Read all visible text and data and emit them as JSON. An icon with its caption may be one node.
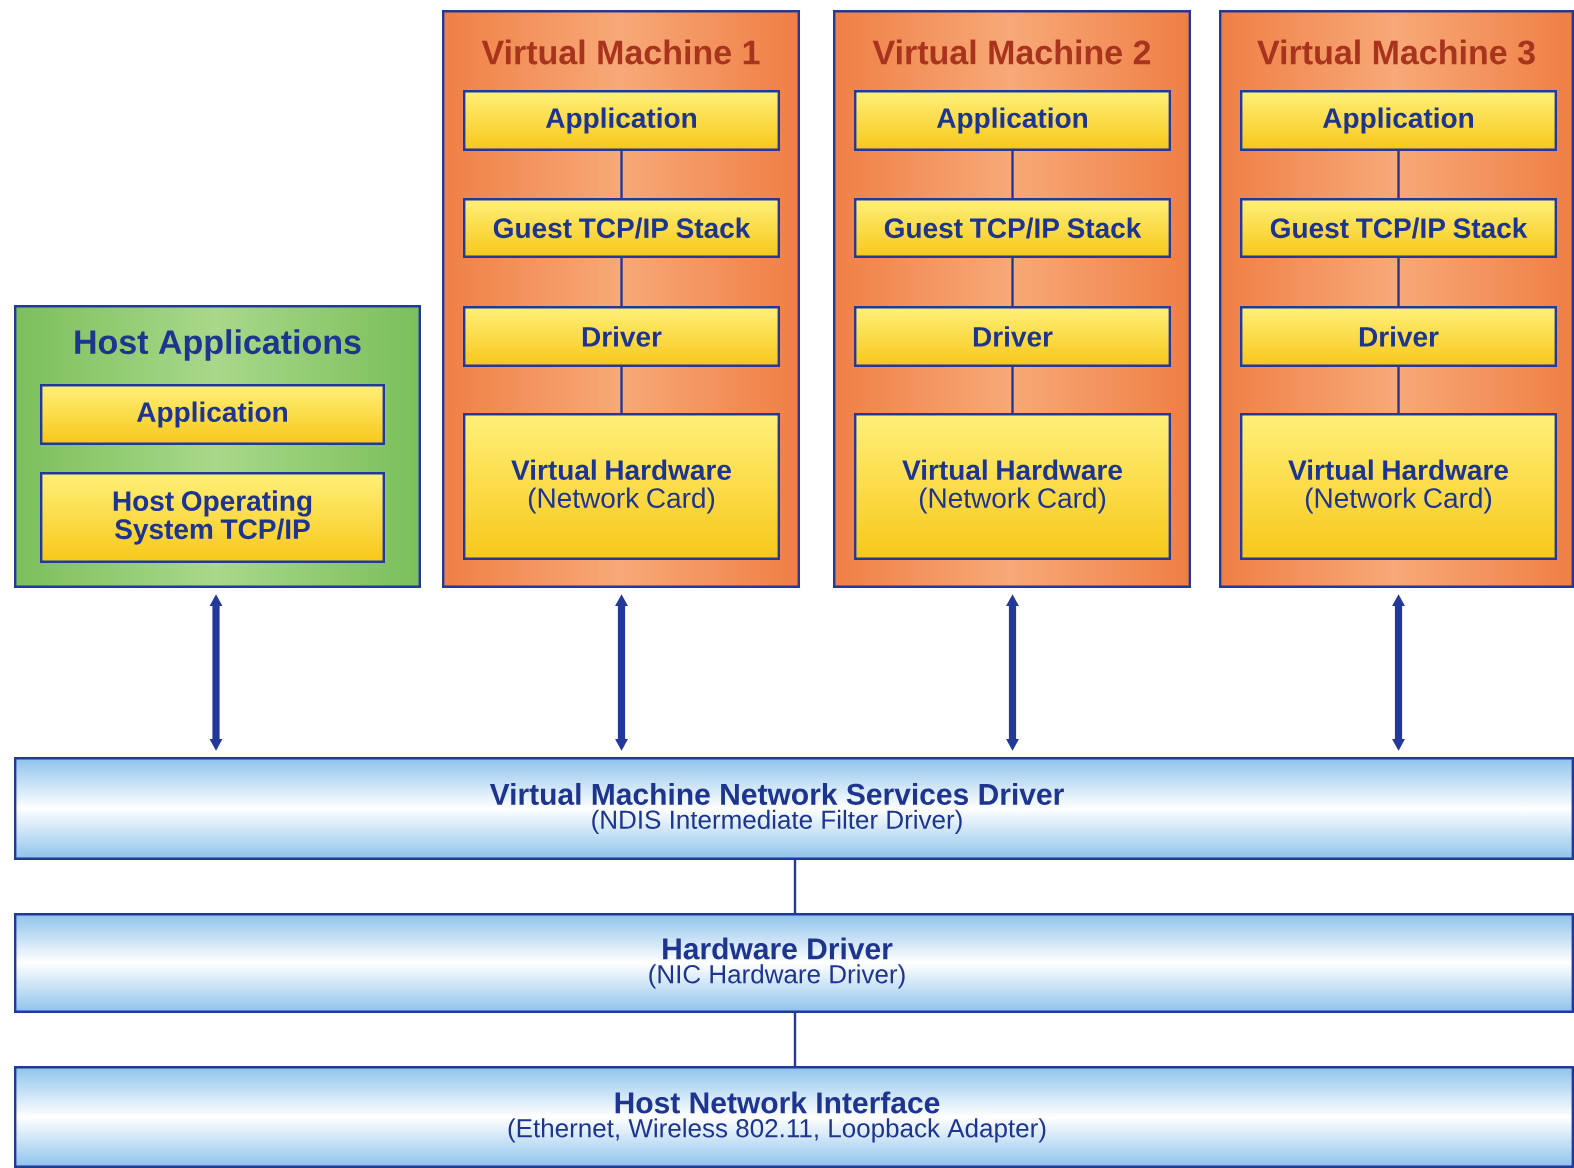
{
  "diagram": {
    "nodes": [
      {
        "text": [
          "Host Applications"
        ]
      },
      {
        "text": [
          "Application"
        ],
        "in": 0
      },
      {
        "text": [
          "Host Operating System TCP/IP"
        ],
        "in": 0
      },
      {
        "text": [
          "Virtual Machine 1"
        ]
      },
      {
        "text": [
          "Application"
        ],
        "in": 3
      },
      {
        "text": [
          "Guest TCP/IP Stack"
        ],
        "in": 3
      },
      {
        "text": [
          "Driver"
        ],
        "in": 3
      },
      {
        "text": [
          "Virtual Hardware",
          "(Network Card)"
        ],
        "in": 3
      },
      {
        "text": [
          "Virtual Machine 2"
        ]
      },
      {
        "text": [
          "Application"
        ],
        "in": 8
      },
      {
        "text": [
          "Guest TCP/IP Stack"
        ],
        "in": 8
      },
      {
        "text": [
          "Driver"
        ],
        "in": 8
      },
      {
        "text": [
          "Virtual Hardware",
          "(Network Card)"
        ],
        "in": 8
      },
      {
        "text": [
          "Virtual Machine 3"
        ]
      },
      {
        "text": [
          "Application"
        ],
        "in": 13
      },
      {
        "text": [
          "Guest TCP/IP Stack"
        ],
        "in": 13
      },
      {
        "text": [
          "Driver"
        ],
        "in": 13
      },
      {
        "text": [
          "Virtual Hardware",
          "(Network Card)"
        ],
        "in": 13
      },
      {
        "text": [
          "Virtual Machine Network Services Driver",
          "(NDIS Intermediate Filter Driver)"
        ]
      },
      {
        "text": [
          "Hardware Driver",
          "(NIC Hardware Driver)"
        ]
      },
      {
        "text": [
          "Host Network Interface",
          "(Ethernet, Wireless 802.11, Loopback Adapter)"
        ]
      }
    ],
    "edges": [
      {
        "from": 4,
        "to": 5,
        "arrow": "none"
      },
      {
        "from": 5,
        "to": 6,
        "arrow": "none"
      },
      {
        "from": 6,
        "to": 7,
        "arrow": "none"
      },
      {
        "from": 9,
        "to": 10,
        "arrow": "none"
      },
      {
        "from": 10,
        "to": 11,
        "arrow": "none"
      },
      {
        "from": 11,
        "to": 12,
        "arrow": "none"
      },
      {
        "from": 14,
        "to": 15,
        "arrow": "none"
      },
      {
        "from": 15,
        "to": 16,
        "arrow": "none"
      },
      {
        "from": 16,
        "to": 17,
        "arrow": "none"
      },
      {
        "from": 0,
        "to": 18,
        "arrow": "both",
        "style": "thick"
      },
      {
        "from": 3,
        "to": 18,
        "arrow": "both",
        "style": "thick"
      },
      {
        "from": 8,
        "to": 18,
        "arrow": "both",
        "style": "thick"
      },
      {
        "from": 13,
        "to": 18,
        "arrow": "both",
        "style": "thick"
      },
      {
        "from": 18,
        "to": 19,
        "arrow": "none"
      },
      {
        "from": 19,
        "to": 20,
        "arrow": "none"
      }
    ]
  }
}
